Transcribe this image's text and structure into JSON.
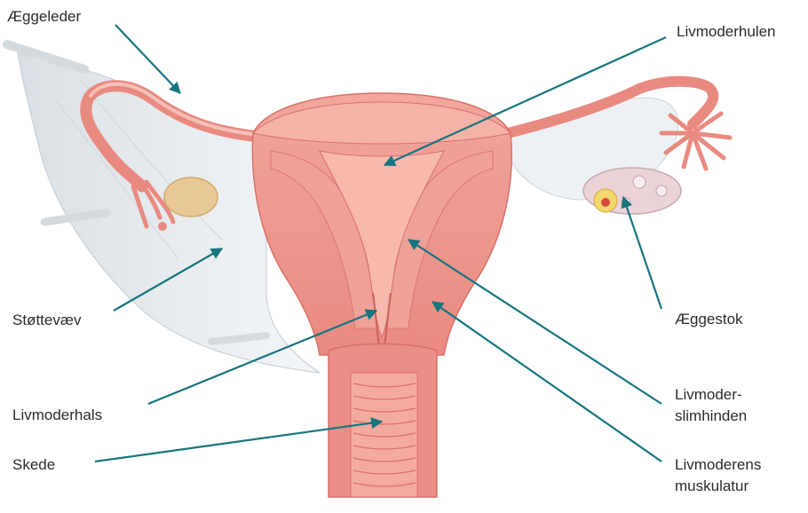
{
  "labels": {
    "aeggeleder": "Æggeleder",
    "livmoderhulen": "Livmoderhulen",
    "stottevaev": "Støttevæv",
    "aeggestok": "Æggestok",
    "livmoderhals": "Livmoderhals",
    "livmoderslimhinden_1": "Livmoder-",
    "livmoderslimhinden_2": "slimhinden",
    "skede": "Skede",
    "muskulatur_1": "Livmoderens",
    "muskulatur_2": "muskulatur"
  },
  "colors": {
    "leader": "#16757f",
    "text": "#2b2b2b",
    "tissue": "#eb8e86",
    "tissue_dark": "#d9706a",
    "tissue_light": "#f6b3a9",
    "membrane": "#e9edf0",
    "ovary": "#e7d3c6"
  }
}
